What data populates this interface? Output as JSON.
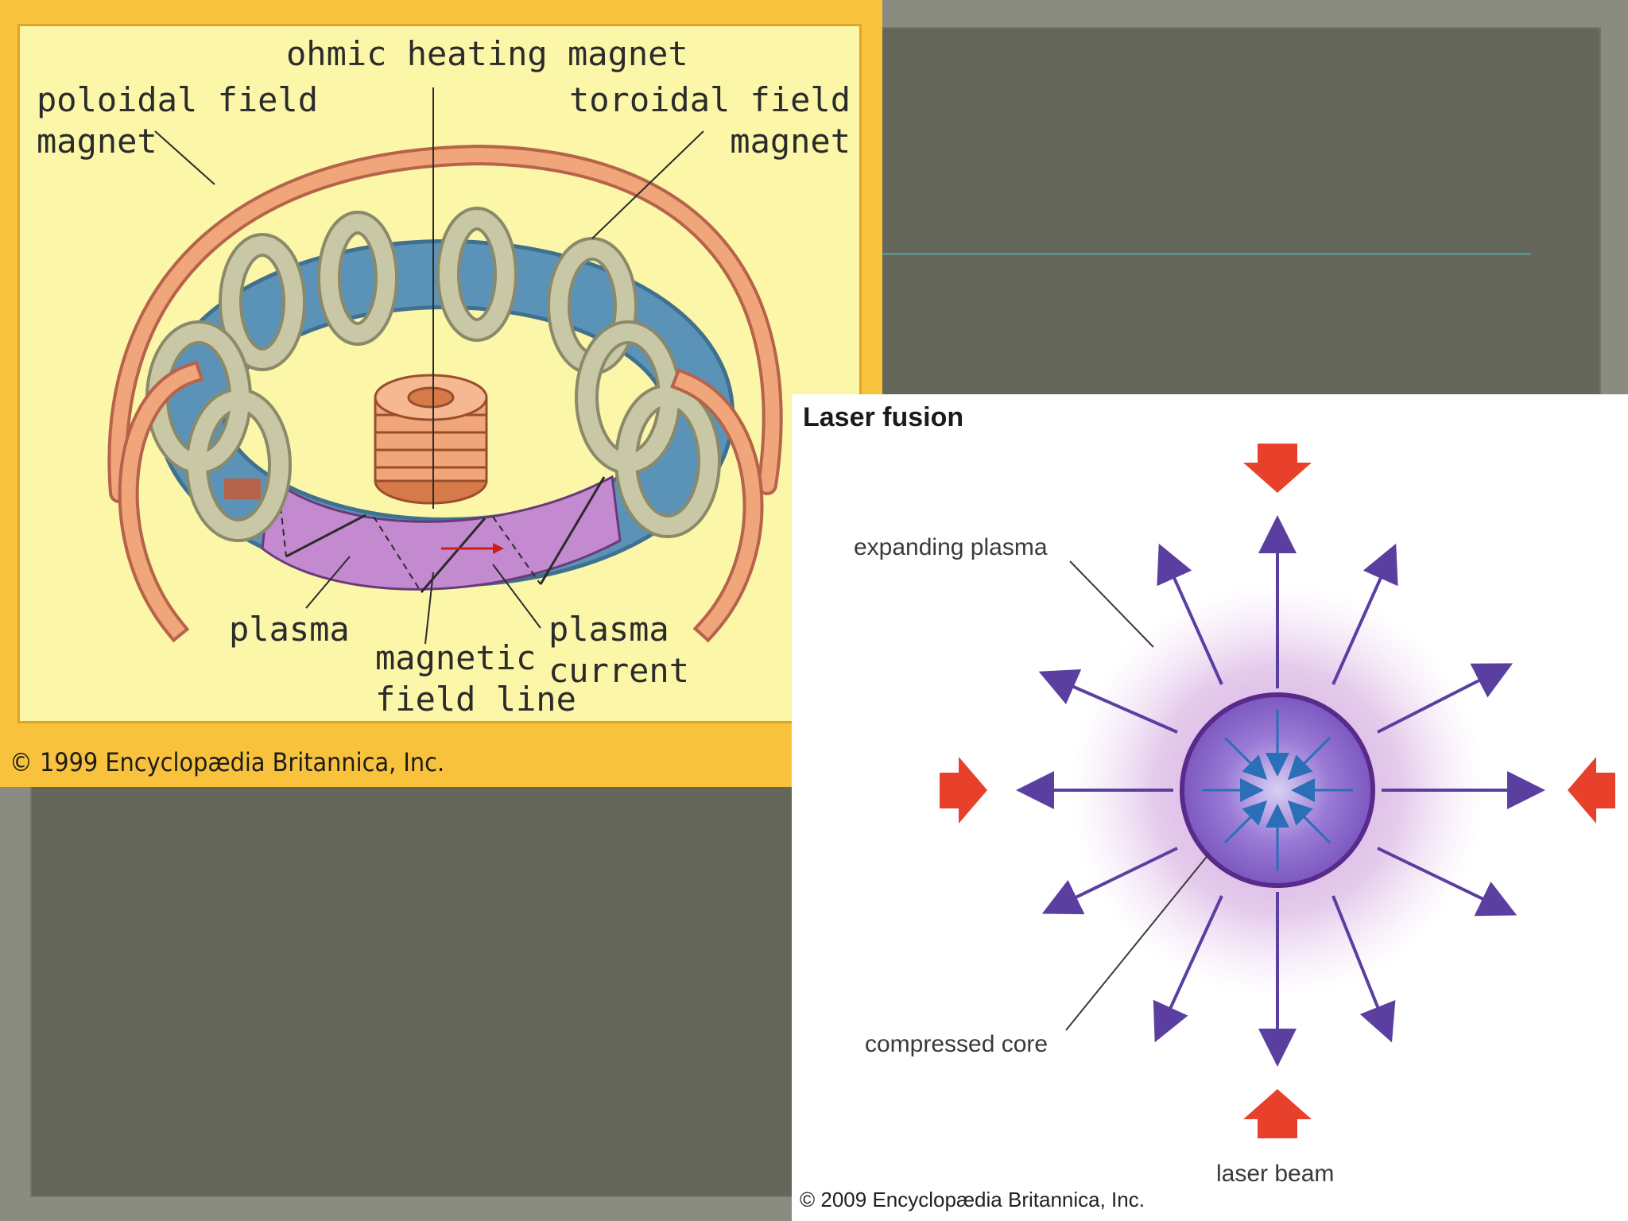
{
  "tokamak": {
    "labels": {
      "ohmic": "ohmic heating magnet",
      "poloidal_line1": "poloidal field",
      "poloidal_line2": "magnet",
      "toroidal_line1": "toroidal field",
      "toroidal_line2": "magnet",
      "plasma": "plasma",
      "field_line_line1": "magnetic",
      "field_line_line2": "field line",
      "current_line1": "plasma",
      "current_line2": "current"
    },
    "copyright": "© 1999 Encyclopædia Britannica, Inc."
  },
  "laser": {
    "title": "Laser fusion",
    "labels": {
      "expanding_plasma": "expanding plasma",
      "compressed_core": "compressed core",
      "laser_beam": "laser beam"
    },
    "copyright": "© 2009 Encyclopædia Britannica, Inc."
  },
  "colors": {
    "slide_background": "#646659",
    "tokamak_border": "#f9c23c",
    "tokamak_fill": "#fbf6a8",
    "plasma_torus": "#5b93b8",
    "plasma_section": "#c38ad0",
    "coil": "#c9c8a6",
    "copper": "#f0a57a",
    "laser_arrow": "#e8412b",
    "expansion_arrow": "#5a3fa0",
    "core": "#7b58c0"
  }
}
